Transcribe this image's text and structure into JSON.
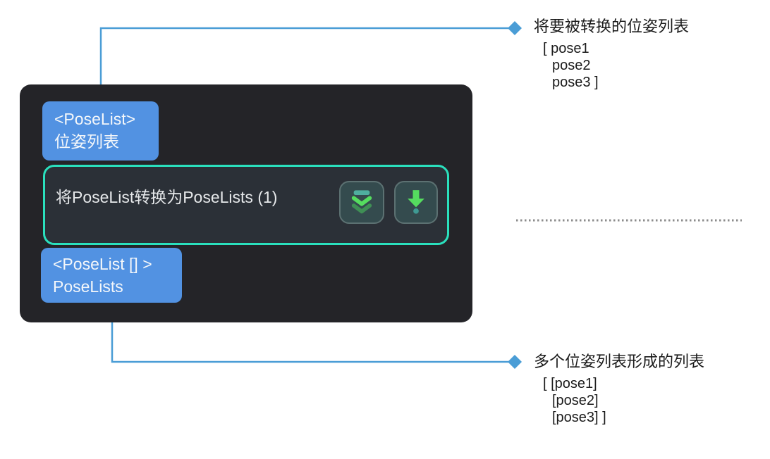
{
  "node_panel": {
    "input_tag": {
      "type": "<PoseList>",
      "name": "位姿列表"
    },
    "step": {
      "title": "将PoseList转换为PoseLists (1)"
    },
    "output_tag": {
      "type": "<PoseList [] >",
      "name": "PoseLists"
    },
    "icons": {
      "expand_button": "double-chevron-down-icon",
      "run_step_button": "arrow-down-to-dot-icon"
    }
  },
  "annotations": {
    "input": {
      "title": "将要被转换的位姿列表",
      "lines": [
        "[ pose1",
        "pose2",
        "pose3 ]"
      ]
    },
    "output": {
      "title": "多个位姿列表形成的列表",
      "lines": [
        "[ [pose1]",
        "[pose2]",
        "[pose3] ]"
      ]
    }
  },
  "colors": {
    "panel_bg": "#242428",
    "tag_blue": "#5292e2",
    "node_bg": "#2b3037",
    "node_border_teal": "#2ae0bd",
    "button_bg": "#344b4e",
    "connector_blue": "#4a9dd6",
    "icon_bright_green": "#55dd5f",
    "icon_dim_green": "#3f8f55",
    "icon_teal": "#4fae9f",
    "annotation_text": "#1a1a1a",
    "divider_gray": "#8c8c8c"
  }
}
